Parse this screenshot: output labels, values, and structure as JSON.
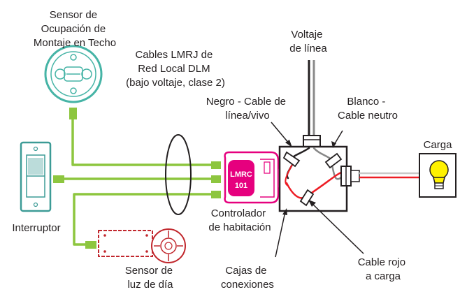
{
  "labels": {
    "ceiling_sensor": [
      "Sensor de",
      "Ocupación de",
      "Montaje en Techo"
    ],
    "lmrj_cables": [
      "Cables LMRJ de",
      "Red Local DLM",
      "(bajo voltaje, clase 2)"
    ],
    "line_voltage": [
      "Voltaje",
      "de línea"
    ],
    "black_wire": [
      "Negro - Cable de",
      "línea/vivo"
    ],
    "white_wire": [
      "Blanco -",
      "Cable neutro"
    ],
    "load": "Carga",
    "switch": "Interruptor",
    "room_controller": [
      "Controlador",
      "de habitación"
    ],
    "daylight_sensor": [
      "Sensor de",
      "luz de día"
    ],
    "junction_boxes": [
      "Cajas de",
      "conexiones"
    ],
    "red_wire": [
      "Cable rojo",
      "a  carga"
    ]
  },
  "controller_model": [
    "LMRC",
    "101"
  ],
  "colors": {
    "lmrj_cable": "#8dc63f",
    "sensor_teal": "#46b4a6",
    "controller_magenta": "#e6007e",
    "switch_teal": "#3c9b96",
    "daylight_red": "#c1272d",
    "red_wire": "#ed1c24",
    "black_wire": "#231f20",
    "neutral_wire": "#ffffff",
    "bulb_yellow": "#fff200",
    "label_text": "#231f20"
  }
}
